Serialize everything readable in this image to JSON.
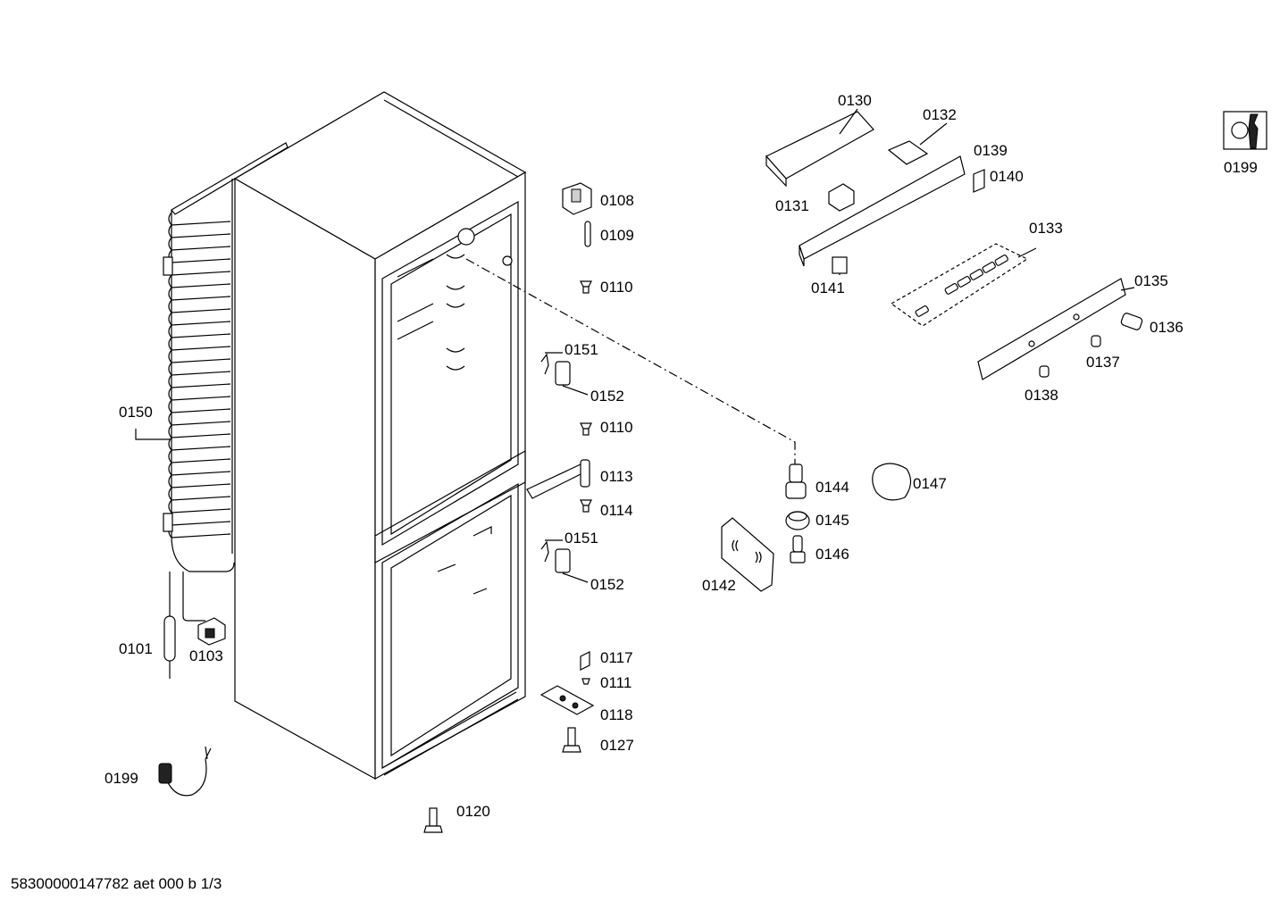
{
  "labels": {
    "p0108": "0108",
    "p0109": "0109",
    "p0110a": "0110",
    "p0110b": "0110",
    "p0151a": "0151",
    "p0152a": "0152",
    "p0151b": "0151",
    "p0152b": "0152",
    "p0113": "0113",
    "p0114": "0114",
    "p0117": "0117",
    "p0111": "0111",
    "p0118": "0118",
    "p0127": "0127",
    "p0120": "0120",
    "p0150": "0150",
    "p0101": "0101",
    "p0103": "0103",
    "p0199a": "0199",
    "p0199b": "0199",
    "p0130": "0130",
    "p0131": "0131",
    "p0132": "0132",
    "p0139": "0139",
    "p0140": "0140",
    "p0141": "0141",
    "p0133": "0133",
    "p0135": "0135",
    "p0136": "0136",
    "p0137": "0137",
    "p0138": "0138",
    "p0144": "0144",
    "p0145": "0145",
    "p0146": "0146",
    "p0147": "0147",
    "p0142": "0142"
  },
  "footer": "58300000147782 aet 000 b 1/3",
  "icons": {
    "service": "wrench-icon",
    "plug": "power-plug-icon"
  }
}
